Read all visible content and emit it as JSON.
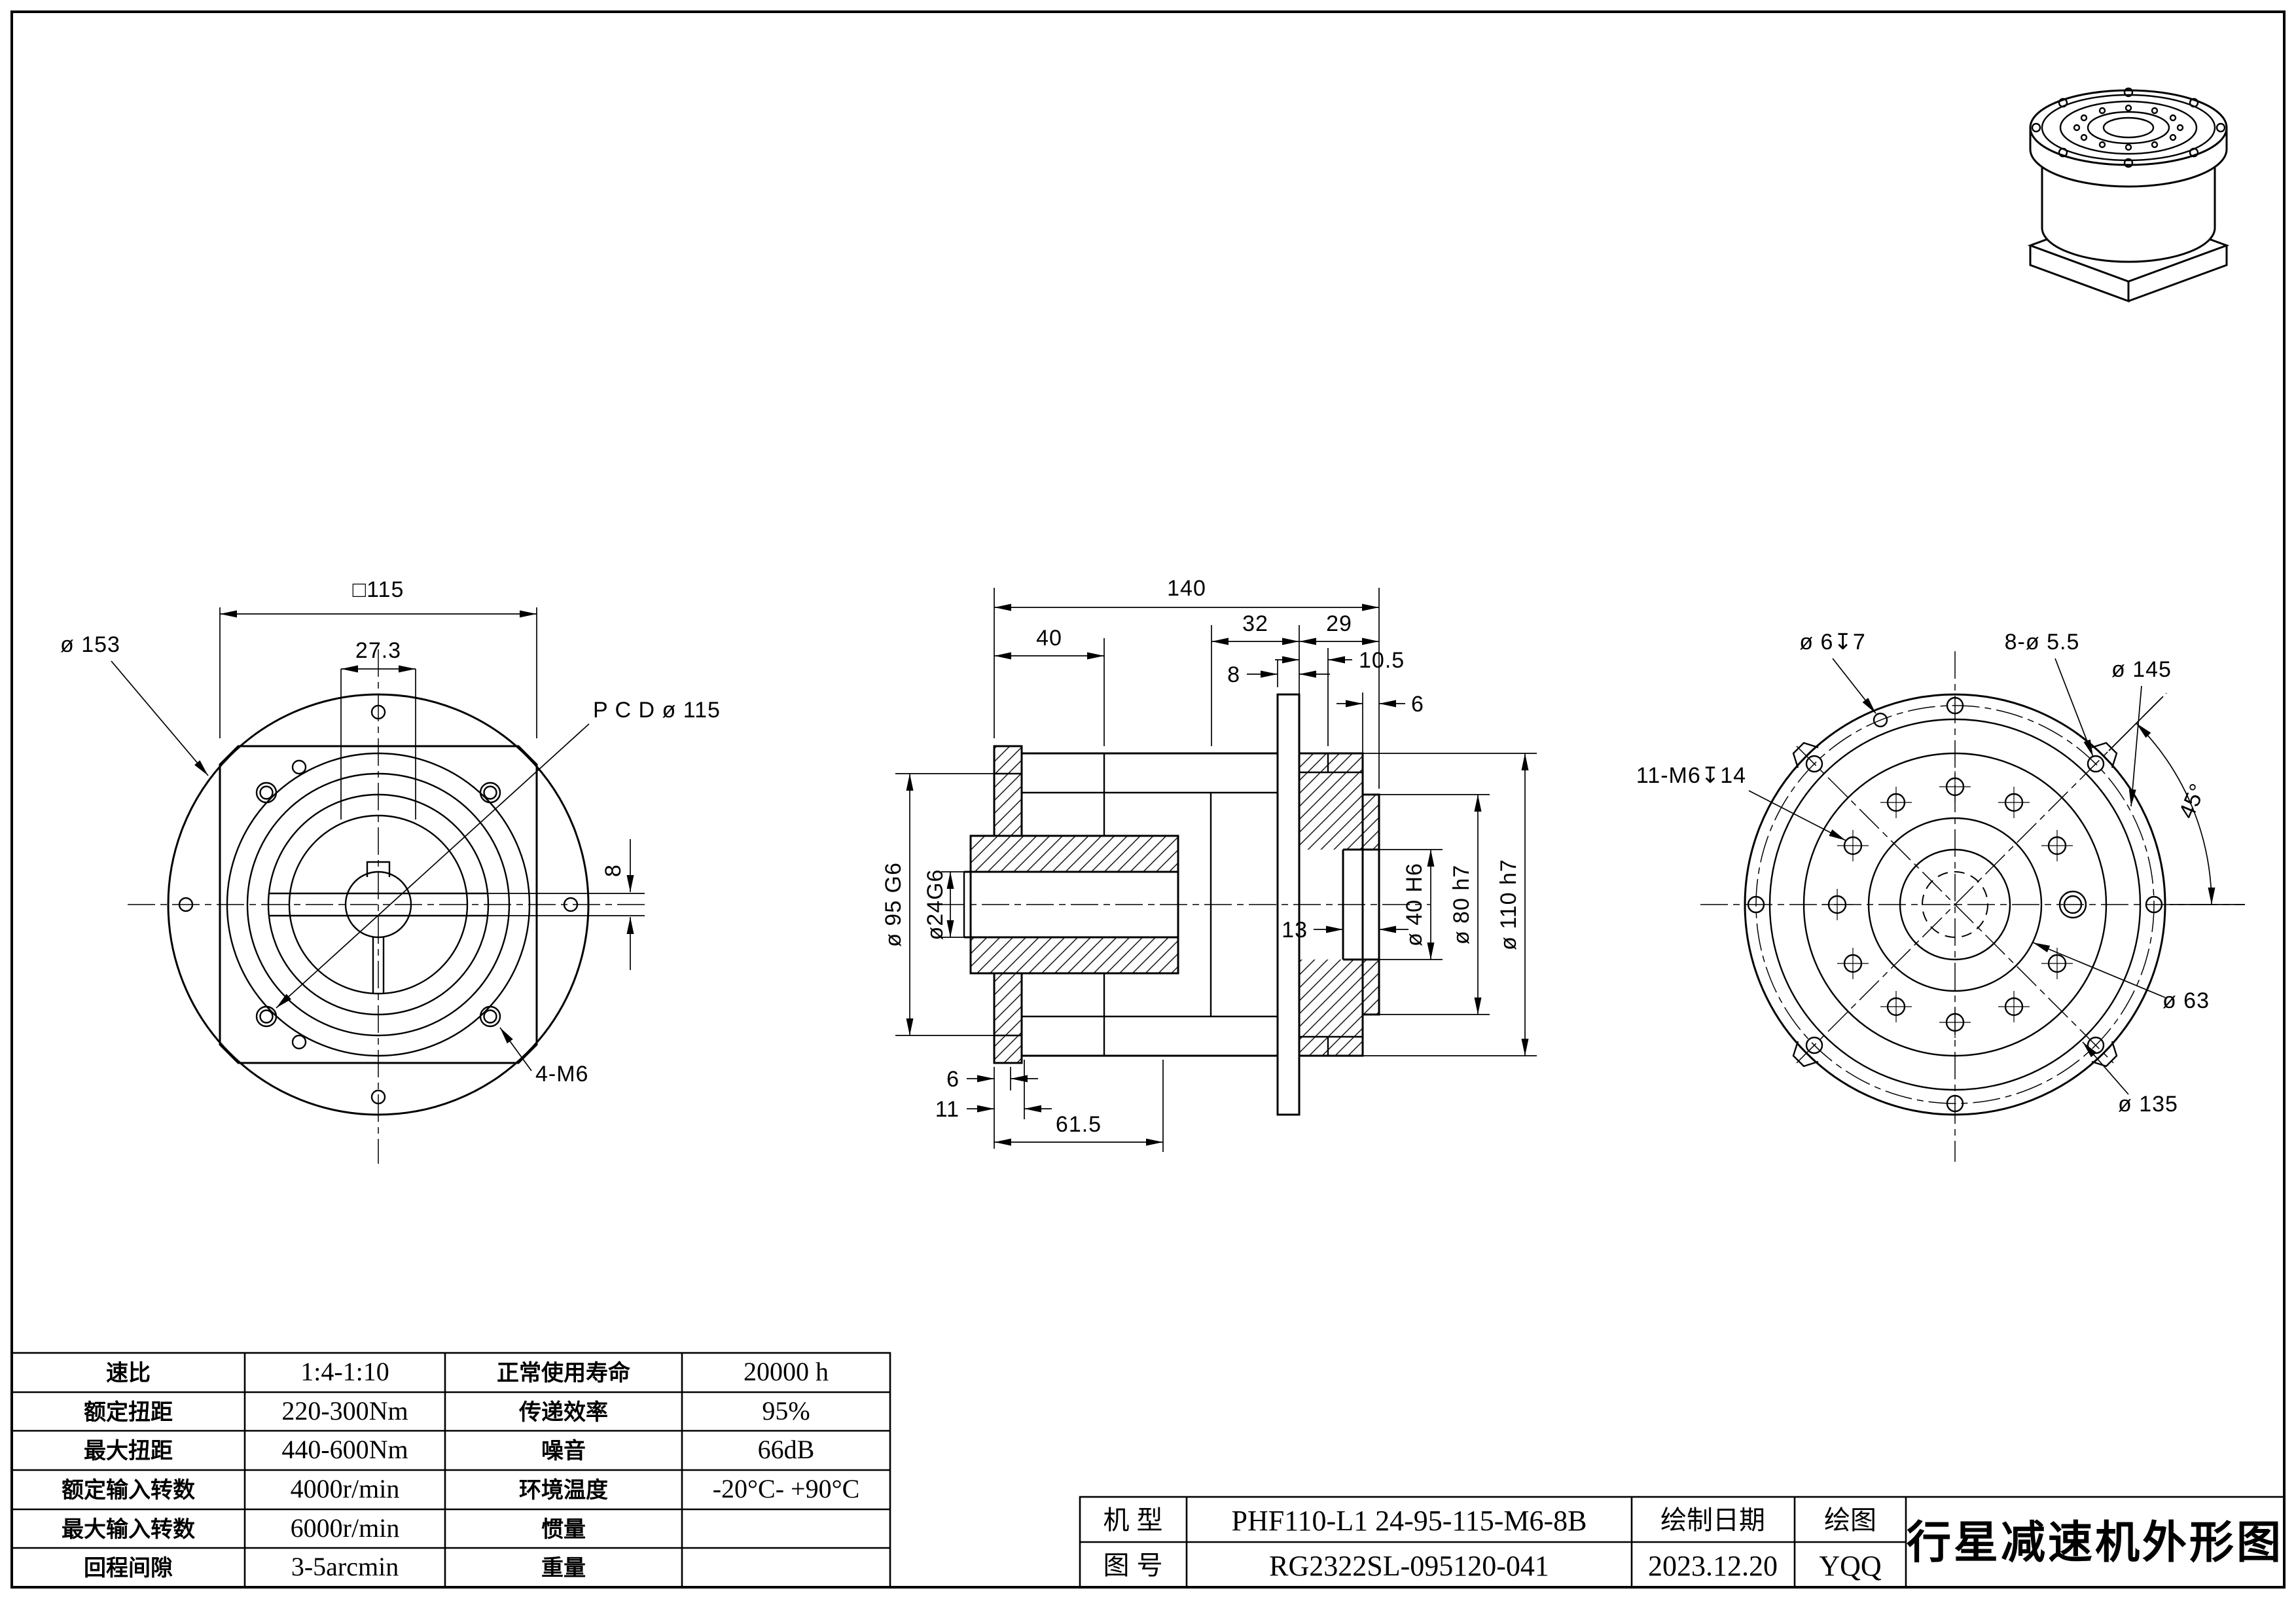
{
  "drawing": {
    "front": {
      "square": "□115",
      "keyway_width_total": "27.3",
      "outer_dia": "ø 153",
      "pcd": "P C D ø 115",
      "key": "8",
      "bolts": "4-M6"
    },
    "section": {
      "total": "140",
      "d40": "40",
      "d32": "32",
      "d29": "29",
      "d8": "8",
      "d105": "10.5",
      "d6_top": "6",
      "pilot": "ø 95 G6",
      "bore": "ø24G6",
      "d13": "13",
      "out_bore": "ø 40 H6",
      "out_spigot": "ø 80 h7",
      "out_flange": "ø 110 h7",
      "d6_bot": "6",
      "d11": "11",
      "d615": "61.5"
    },
    "rear": {
      "pin_hole": "ø 6↧7",
      "bolt_holes": "8-ø 5.5",
      "pcd": "ø 145",
      "angle": "45°",
      "tapped_holes": "11-M6↧14",
      "d63": "ø 63",
      "d135": "ø 135"
    }
  },
  "spec_table": {
    "rows": [
      {
        "l1": "速比",
        "v1": "1:4-1:10",
        "l2": "正常使用寿命",
        "v2": "20000 h"
      },
      {
        "l1": "额定扭距",
        "v1": "220-300Nm",
        "l2": "传递效率",
        "v2": "95%"
      },
      {
        "l1": "最大扭距",
        "v1": "440-600Nm",
        "l2": "噪音",
        "v2": "66dB"
      },
      {
        "l1": "额定输入转数",
        "v1": "4000r/min",
        "l2": "环境温度",
        "v2": "-20°C- +90°C"
      },
      {
        "l1": "最大输入转数",
        "v1": "6000r/min",
        "l2": "惯量",
        "v2": ""
      },
      {
        "l1": "回程间隙",
        "v1": "3-5arcmin",
        "l2": "重量",
        "v2": ""
      }
    ]
  },
  "title_block": {
    "model_label": "机 型",
    "model_value": "PHF110-L1 24-95-115-M6-8B",
    "date_label": "绘制日期",
    "drawn_label": "绘图",
    "no_label": "图 号",
    "no_value": "RG2322SL-095120-041",
    "date_value": "2023.12.20",
    "drawn_value": "YQQ",
    "title": "行星减速机外形图"
  }
}
